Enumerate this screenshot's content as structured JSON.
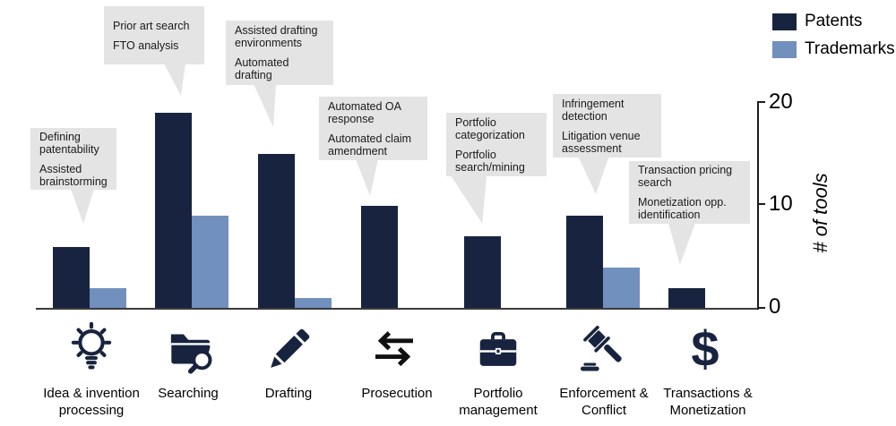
{
  "chart_data": {
    "type": "bar",
    "title": "",
    "categories": [
      "Idea & invention processing",
      "Searching",
      "Drafting",
      "Prosecution",
      "Portfolio management",
      "Enforcement & Conflict",
      "Transactions & Monetization"
    ],
    "series": [
      {
        "name": "Patents",
        "color": "#18243f",
        "values": [
          6,
          19,
          15,
          10,
          7,
          9,
          2
        ]
      },
      {
        "name": "Trademarks",
        "color": "#7190bd",
        "values": [
          2,
          9,
          1,
          0,
          0,
          4,
          0
        ]
      }
    ],
    "xlabel": "",
    "ylabel": "# of tools",
    "ylim": [
      0,
      20
    ],
    "yticks": [
      0,
      10,
      20
    ],
    "ytick_labels": [
      "20",
      "10",
      "0"
    ],
    "grid": false,
    "legend_position": "top-right"
  },
  "legend": {
    "items": [
      {
        "label": "Patents",
        "color": "#18243f"
      },
      {
        "label": "Trademarks",
        "color": "#7190bd"
      }
    ]
  },
  "callouts": [
    {
      "phrases": [
        [
          "Defining",
          "patentability"
        ],
        [
          "Assisted",
          "brainstorming"
        ]
      ]
    },
    {
      "phrases": [
        [
          "Prior art search"
        ],
        [
          "FTO analysis"
        ]
      ]
    },
    {
      "phrases": [
        [
          "Assisted drafting",
          "environments"
        ],
        [
          "Automated",
          "drafting"
        ]
      ]
    },
    {
      "phrases": [
        [
          "Automated OA",
          "response"
        ],
        [
          "Automated claim",
          "amendment"
        ]
      ]
    },
    {
      "phrases": [
        [
          "Portfolio",
          "categorization"
        ],
        [
          "Portfolio",
          "search/mining"
        ]
      ]
    },
    {
      "phrases": [
        [
          "Infringement",
          "detection"
        ],
        [
          "Litigation venue",
          "assessment"
        ]
      ]
    },
    {
      "phrases": [
        [
          "Transaction pricing",
          "search"
        ],
        [
          "Monetization opp.",
          "identification"
        ]
      ]
    }
  ],
  "categories_display": [
    [
      "Idea & invention",
      "processing"
    ],
    [
      "Searching"
    ],
    [
      "Drafting"
    ],
    [
      "Prosecution"
    ],
    [
      "Portfolio",
      "management"
    ],
    [
      "Enforcement &",
      "Conflict"
    ],
    [
      "Transactions &",
      "Monetization"
    ]
  ],
  "icons": [
    "lightbulb-icon",
    "folder-search-icon",
    "pencil-icon",
    "exchange-arrows-icon",
    "briefcase-icon",
    "gavel-icon",
    "dollar-icon"
  ],
  "dollar_glyph": "$",
  "colors": {
    "patents": "#18243f",
    "trademarks": "#7190bd",
    "callout_bg": "#e4e4e4",
    "axis": "#1c1c1c"
  }
}
